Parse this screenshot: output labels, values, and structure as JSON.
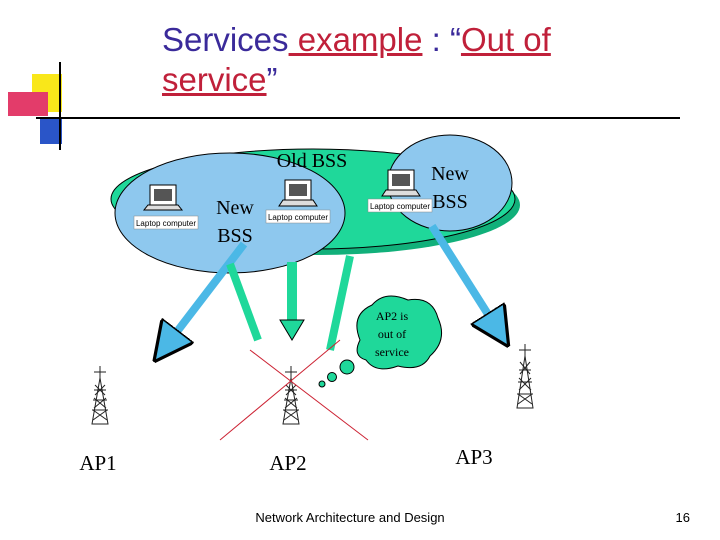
{
  "title": {
    "part1": "Services",
    "part2": " example",
    "part3": " : “",
    "part4": "Out of",
    "part5": "service",
    "part6": "”"
  },
  "diagram": {
    "old_bss": "Old BSS",
    "new_bss_left_line1": "New",
    "new_bss_left_line2": "BSS",
    "new_bss_right_line1": "New",
    "new_bss_right_line2": "BSS",
    "laptop_label": "Laptop computer",
    "bubble_line1": "AP2 is",
    "bubble_line2": "out of",
    "bubble_line3": "service",
    "ap1": "AP1",
    "ap2": "AP2",
    "ap3": "AP3"
  },
  "footer": {
    "text": "Network Architecture and Design",
    "page": "16"
  },
  "colors": {
    "bss_green": "#1fd89a",
    "bss_blue": "#8ec8ee",
    "arrow": "#4bb8e6",
    "title_blue": "#3a2a9a",
    "title_red": "#c0203a"
  }
}
